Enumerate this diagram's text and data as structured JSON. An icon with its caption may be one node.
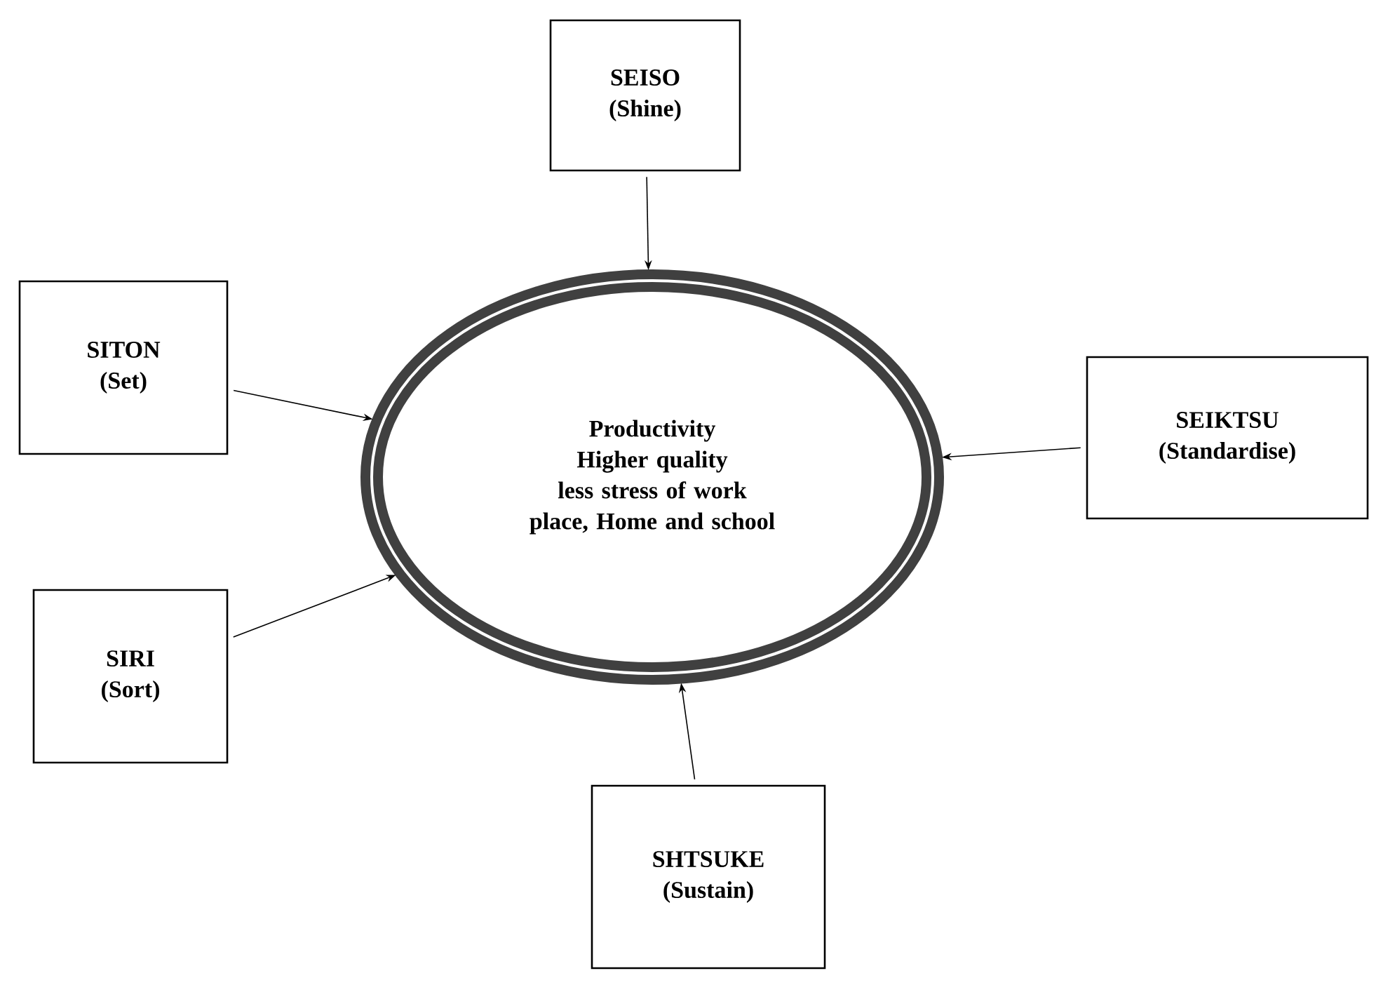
{
  "diagram": {
    "nodes": [
      {
        "text": [
          "SEISO",
          "(Shine)"
        ]
      },
      {
        "text": [
          "SITON",
          "(Set)"
        ]
      },
      {
        "text": [
          "Productivity",
          "Higher quality",
          "less stress of work place, Home and school"
        ]
      },
      {
        "text": [
          "SEIKTSU",
          "(Standardise)"
        ]
      },
      {
        "text": [
          "SIRI",
          "(Sort)"
        ]
      },
      {
        "text": [
          "SHTSUKE",
          "(Sustain)"
        ]
      }
    ],
    "edges": [
      {
        "from": 0,
        "to": 2,
        "arrow": "to"
      },
      {
        "from": 1,
        "to": 2,
        "arrow": "to"
      },
      {
        "from": 3,
        "to": 2,
        "arrow": "to"
      },
      {
        "from": 4,
        "to": 2,
        "arrow": "to"
      },
      {
        "from": 5,
        "to": 2,
        "arrow": "to"
      }
    ]
  }
}
